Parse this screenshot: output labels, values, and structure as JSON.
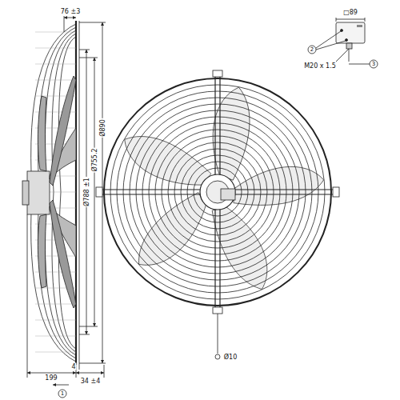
{
  "diagram": {
    "labels": [
      "76 ±3",
      "Ø788 ±1",
      "Ø755.2",
      "Ø890",
      "199",
      "4",
      "34 ±4",
      "1",
      "Ø10",
      "□89",
      "2",
      "M20 x 1.5",
      "3"
    ]
  }
}
